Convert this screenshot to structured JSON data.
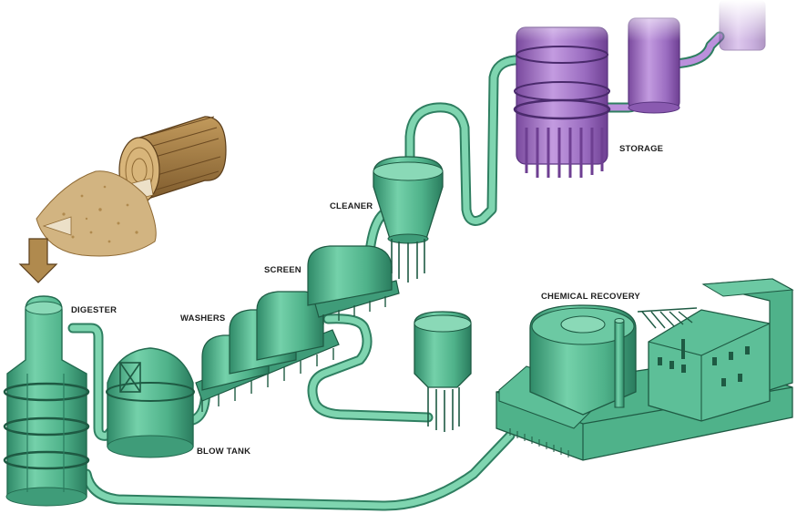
{
  "diagram": {
    "labels": {
      "digester": "DIGESTER",
      "washers": "WASHERS",
      "blow_tank": "BLOW TANK",
      "screen": "SCREEN",
      "cleaner": "CLEANER",
      "storage": "STORAGE",
      "chemical_recovery": "CHEMICAL RECOVERY"
    },
    "colors": {
      "equipment": "#5dbf98",
      "equipment_dark": "#2f8a68",
      "pipe": "#6fcaa4",
      "storage": "#a675c9",
      "wood": "#b08a4e",
      "wood_chips": "#d2b481"
    }
  }
}
